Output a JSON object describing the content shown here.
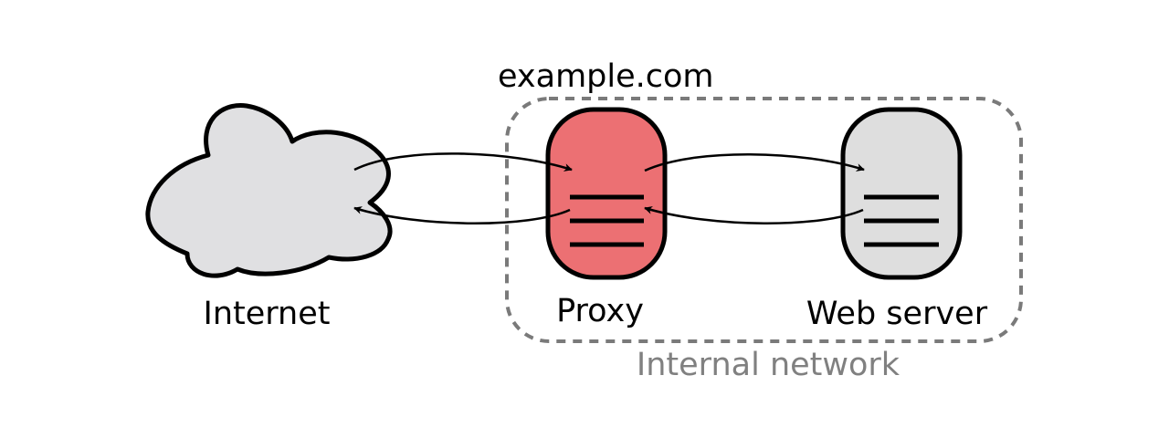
{
  "domain_label": "example.com",
  "network_label": "Internal network",
  "nodes": {
    "internet": {
      "label": "Internet"
    },
    "proxy": {
      "label": "Proxy"
    },
    "web_server": {
      "label": "Web server"
    }
  },
  "colors": {
    "proxy_fill": "#ec7073",
    "server_fill": "#dedede",
    "cloud_fill": "#e0e0e2",
    "outline": "#000000",
    "network_border": "#7a7a7a",
    "network_text": "#808080",
    "text": "#000000"
  }
}
